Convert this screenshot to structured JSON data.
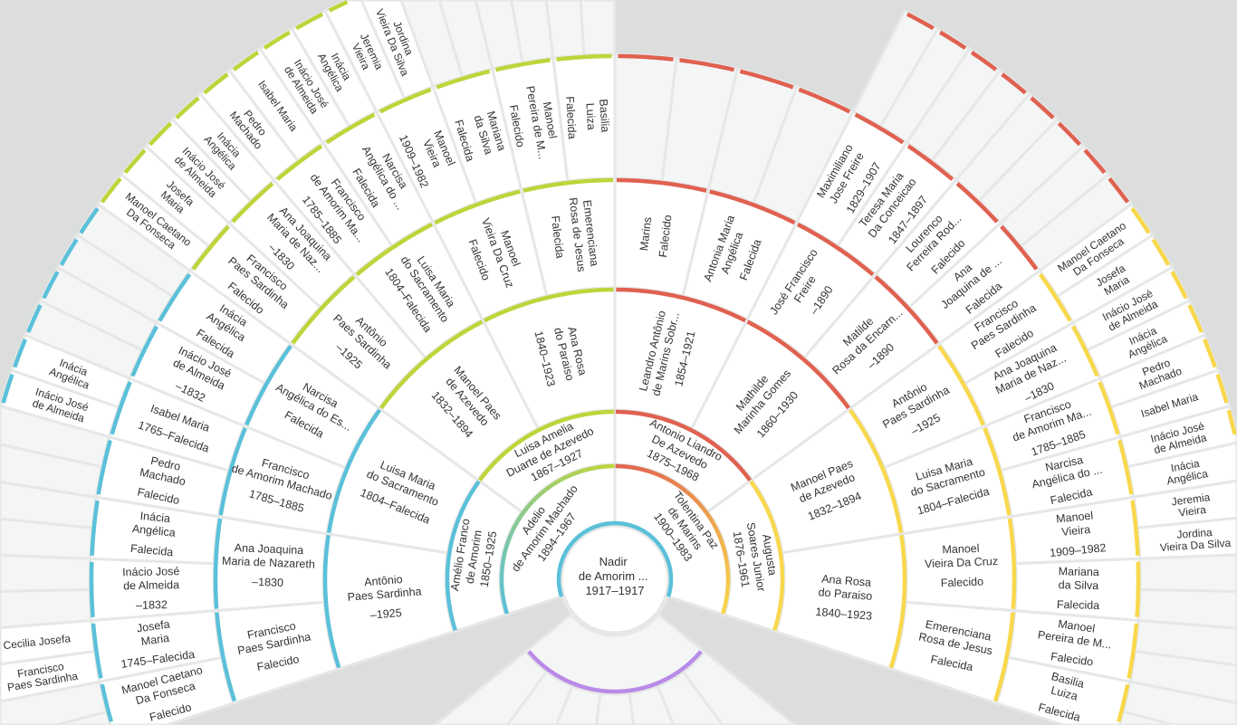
{
  "colors": {
    "background": "#dcdddd",
    "empty_cell": "#f4f5f5",
    "separator": "#e6e7e7",
    "branch_paternal_father": "#5bc0d9",
    "branch_paternal_mother": "#bfd43a",
    "branch_maternal_father": "#e06150",
    "branch_maternal_mother": "#f8d84c",
    "descendants": "#b98ae8"
  },
  "root": {
    "lines": [
      "Nadir",
      "de Amorim ..."
    ],
    "dates": "1917–1917"
  },
  "ancestors": {
    "ring1": [
      {
        "lines": [
          "Adelio",
          "de Amorim Machado"
        ],
        "dates": "1894–1967"
      },
      {
        "lines": [
          "Tolentina Paz",
          "de Marins"
        ],
        "dates": "1900–1983"
      }
    ],
    "ring2": [
      {
        "lines": [
          "Amélio Franco",
          "de Amorim"
        ],
        "dates": "1850–1925"
      },
      {
        "lines": [
          "Luisa Amelia",
          "Duarte de Azevedo"
        ],
        "dates": "1867–1927"
      },
      {
        "lines": [
          "Antonio Liandro",
          "De Azevedo"
        ],
        "dates": "1875–1968"
      },
      {
        "lines": [
          "Augusta",
          "Soares Junior"
        ],
        "dates": "1876–1961"
      }
    ],
    "ring3": [
      {
        "lines": [
          "Antônio",
          "Paes Sardinha"
        ],
        "dates": "–1925"
      },
      {
        "lines": [
          "Luisa Maria",
          "do Sacramento"
        ],
        "dates": "1804–Falecida"
      },
      {
        "lines": [
          "Manoel Paes",
          "de Azevedo"
        ],
        "dates": "1832–1894"
      },
      {
        "lines": [
          "Ana Rosa",
          "do Paraiso"
        ],
        "dates": "1840–1923"
      },
      {
        "lines": [
          "Leandro Antônio",
          "de Marins Sobr..."
        ],
        "dates": "1854–1921"
      },
      {
        "lines": [
          "Mathilde",
          "Marinha Gomes"
        ],
        "dates": "1860–1930"
      },
      {
        "lines": [
          "Manoel Paes",
          "de Azevedo"
        ],
        "dates": "1832–1894"
      },
      {
        "lines": [
          "Ana Rosa",
          "do Paraiso"
        ],
        "dates": "1840–1923"
      }
    ],
    "ring4": [
      {
        "lines": [
          "Francisco",
          "Paes Sardinha"
        ],
        "dates": "Falecido"
      },
      {
        "lines": [
          "Ana Joaquina",
          "Maria de Nazareth"
        ],
        "dates": "–1830"
      },
      {
        "lines": [
          "Francisco",
          "de Amorim Machado"
        ],
        "dates": "1785–1885"
      },
      {
        "lines": [
          "Narcisa",
          "Angélica do Es..."
        ],
        "dates": "Falecida"
      },
      {
        "lines": [
          "Antônio",
          "Paes Sardinha"
        ],
        "dates": "–1925"
      },
      {
        "lines": [
          "Luisa Maria",
          "do Sacramento"
        ],
        "dates": "1804–Falecida"
      },
      {
        "lines": [
          "Manoel",
          "Vieira Da Cruz"
        ],
        "dates": "Falecido"
      },
      {
        "lines": [
          "Emerenciana",
          "Rosa de Jesus"
        ],
        "dates": "Falecida"
      },
      {
        "lines": [
          "Marins"
        ],
        "dates": "Falecido"
      },
      {
        "lines": [
          "Antonia Maria",
          "Angélica"
        ],
        "dates": "Falecida"
      },
      {
        "lines": [
          "José Francisco",
          "Freire"
        ],
        "dates": "–1890"
      },
      {
        "lines": [
          "Matilde",
          "Rosa da Encarn..."
        ],
        "dates": "–1890"
      },
      {
        "lines": [
          "Antônio",
          "Paes Sardinha"
        ],
        "dates": "–1925"
      },
      {
        "lines": [
          "Luisa Maria",
          "do Sacramento"
        ],
        "dates": "1804–Falecida"
      },
      {
        "lines": [
          "Manoel",
          "Vieira Da Cruz"
        ],
        "dates": "Falecido"
      },
      {
        "lines": [
          "Emerenciana",
          "Rosa de Jesus"
        ],
        "dates": "Falecida"
      }
    ],
    "ring5": [
      {
        "lines": [
          "Manoel Caetano",
          "Da Fonseca"
        ],
        "dates": "Falecido"
      },
      {
        "lines": [
          "Josefa",
          "Maria"
        ],
        "dates": "1745–Falecida"
      },
      {
        "lines": [
          "Inácio José",
          "de Almeida"
        ],
        "dates": "–1832"
      },
      {
        "lines": [
          "Inácia",
          "Angélica"
        ],
        "dates": "Falecida"
      },
      {
        "lines": [
          "Pedro",
          "Machado"
        ],
        "dates": "Falecido"
      },
      {
        "lines": [
          "Isabel Maria"
        ],
        "dates": "1765–Falecida"
      },
      {
        "lines": [
          "Inácio José",
          "de Almeida"
        ],
        "dates": "–1832"
      },
      {
        "lines": [
          "Inácia",
          "Angélica"
        ],
        "dates": "Falecida"
      },
      {
        "lines": [
          "Francisco",
          "Paes Sardinha"
        ],
        "dates": "Falecido"
      },
      {
        "lines": [
          "Ana Joaquina",
          "Maria de Naz..."
        ],
        "dates": "–1830"
      },
      {
        "lines": [
          "Francisco",
          "de Amorim Ma..."
        ],
        "dates": "1785–1885"
      },
      {
        "lines": [
          "Narcisa",
          "Angélica do ..."
        ],
        "dates": "Falecida"
      },
      {
        "lines": [
          "Manoel",
          "Vieira"
        ],
        "dates": "1909–1982"
      },
      {
        "lines": [
          "Mariana",
          "da Silva"
        ],
        "dates": "Falecida"
      },
      {
        "lines": [
          "Manoel",
          "Pereira de M..."
        ],
        "dates": "Falecido"
      },
      {
        "lines": [
          "Basilia",
          "Luiza"
        ],
        "dates": "Falecida"
      },
      null,
      null,
      null,
      null,
      {
        "lines": [
          "Maximiliano",
          "Jose Freire"
        ],
        "dates": "1829–1907"
      },
      {
        "lines": [
          "Teresa Maria",
          "Da Conceicao"
        ],
        "dates": "1847–1897"
      },
      {
        "lines": [
          "Lourenco",
          "Ferreira Rod..."
        ],
        "dates": "Falecido"
      },
      {
        "lines": [
          "Ana",
          "Joaquina de ..."
        ],
        "dates": "Falecida"
      },
      {
        "lines": [
          "Francisco",
          "Paes Sardinha"
        ],
        "dates": "Falecido"
      },
      {
        "lines": [
          "Ana Joaquina",
          "Maria de Naz..."
        ],
        "dates": "–1830"
      },
      {
        "lines": [
          "Francisco",
          "de Amorim Ma..."
        ],
        "dates": "1785–1885"
      },
      {
        "lines": [
          "Narcisa",
          "Angélica do ..."
        ],
        "dates": "Falecida"
      },
      {
        "lines": [
          "Manoel",
          "Vieira"
        ],
        "dates": "1909–1982"
      },
      {
        "lines": [
          "Mariana",
          "da Silva"
        ],
        "dates": "Falecida"
      },
      {
        "lines": [
          "Manoel",
          "Pereira de M..."
        ],
        "dates": "Falecido"
      },
      {
        "lines": [
          "Basilia",
          "Luiza"
        ],
        "dates": "Falecida"
      }
    ],
    "ring6": [
      null,
      null,
      {
        "lines": [
          "Francisco",
          "Paes Sardinha"
        ]
      },
      {
        "lines": [
          "Cecilia Josefa"
        ]
      },
      null,
      null,
      null,
      null,
      null,
      null,
      {
        "lines": [
          "Inácio José",
          "de Almeida"
        ]
      },
      {
        "lines": [
          "Inácia",
          "Angélica"
        ]
      },
      null,
      null,
      null,
      null,
      {
        "lines": [
          "Manoel Caetano",
          "Da Fonseca"
        ]
      },
      {
        "lines": [
          "Josefa",
          "Maria"
        ]
      },
      {
        "lines": [
          "Inácio José",
          "de Almeida"
        ]
      },
      {
        "lines": [
          "Inácia",
          "Angélica"
        ]
      },
      {
        "lines": [
          "Pedro",
          "Machado"
        ]
      },
      {
        "lines": [
          "Isabel Maria"
        ]
      },
      {
        "lines": [
          "Inácio José",
          "de Almeida"
        ]
      },
      {
        "lines": [
          "Inácia",
          "Angélica"
        ]
      },
      {
        "lines": [
          "Jeremia",
          "Vieira"
        ]
      },
      {
        "lines": [
          "Jordina",
          "Vieira Da Silva"
        ]
      },
      null,
      null,
      null,
      null,
      null,
      null,
      null,
      null,
      null,
      null,
      null,
      null,
      null,
      null,
      null,
      null,
      null,
      null,
      null,
      null,
      null,
      null,
      {
        "lines": [
          "Manoel Caetano",
          "Da Fonseca"
        ]
      },
      {
        "lines": [
          "Josefa",
          "Maria"
        ]
      },
      {
        "lines": [
          "Inácio José",
          "de Almeida"
        ]
      },
      {
        "lines": [
          "Inácia",
          "Angélica"
        ]
      },
      {
        "lines": [
          "Pedro",
          "Machado"
        ]
      },
      {
        "lines": [
          "Isabel Maria"
        ]
      },
      {
        "lines": [
          "Inácio José",
          "de Almeida"
        ]
      },
      {
        "lines": [
          "Inácia",
          "Angélica"
        ]
      },
      {
        "lines": [
          "Jeremia",
          "Vieira"
        ]
      },
      {
        "lines": [
          "Jordina",
          "Vieira Da Silva"
        ]
      },
      null,
      null,
      null,
      null,
      null,
      null
    ]
  }
}
